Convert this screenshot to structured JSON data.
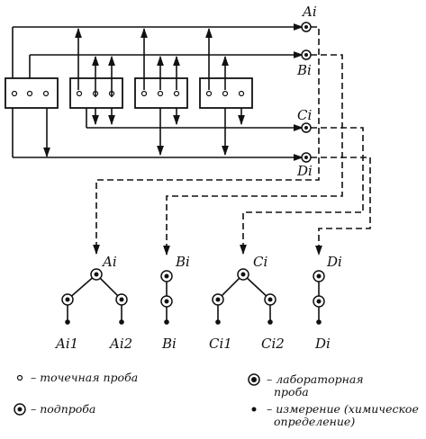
{
  "outputs": {
    "A": "Ai",
    "B": "Bi",
    "C": "Ci",
    "D": "Di"
  },
  "trees": {
    "A": {
      "root": "Ai",
      "left": "Ai1",
      "right": "Ai2"
    },
    "B": {
      "root": "Bi",
      "leaf": "Bi"
    },
    "C": {
      "root": "Ci",
      "left": "Ci1",
      "right": "Ci2"
    },
    "D": {
      "root": "Di",
      "leaf": "Di"
    }
  },
  "legend": {
    "point_sample": "– точечная проба",
    "subsample": "– подпроба",
    "lab_sample_line1": "– лабораторная",
    "lab_sample_line2": "проба",
    "measurement_line1": "– измерение (химическое",
    "measurement_line2": "определение)"
  }
}
